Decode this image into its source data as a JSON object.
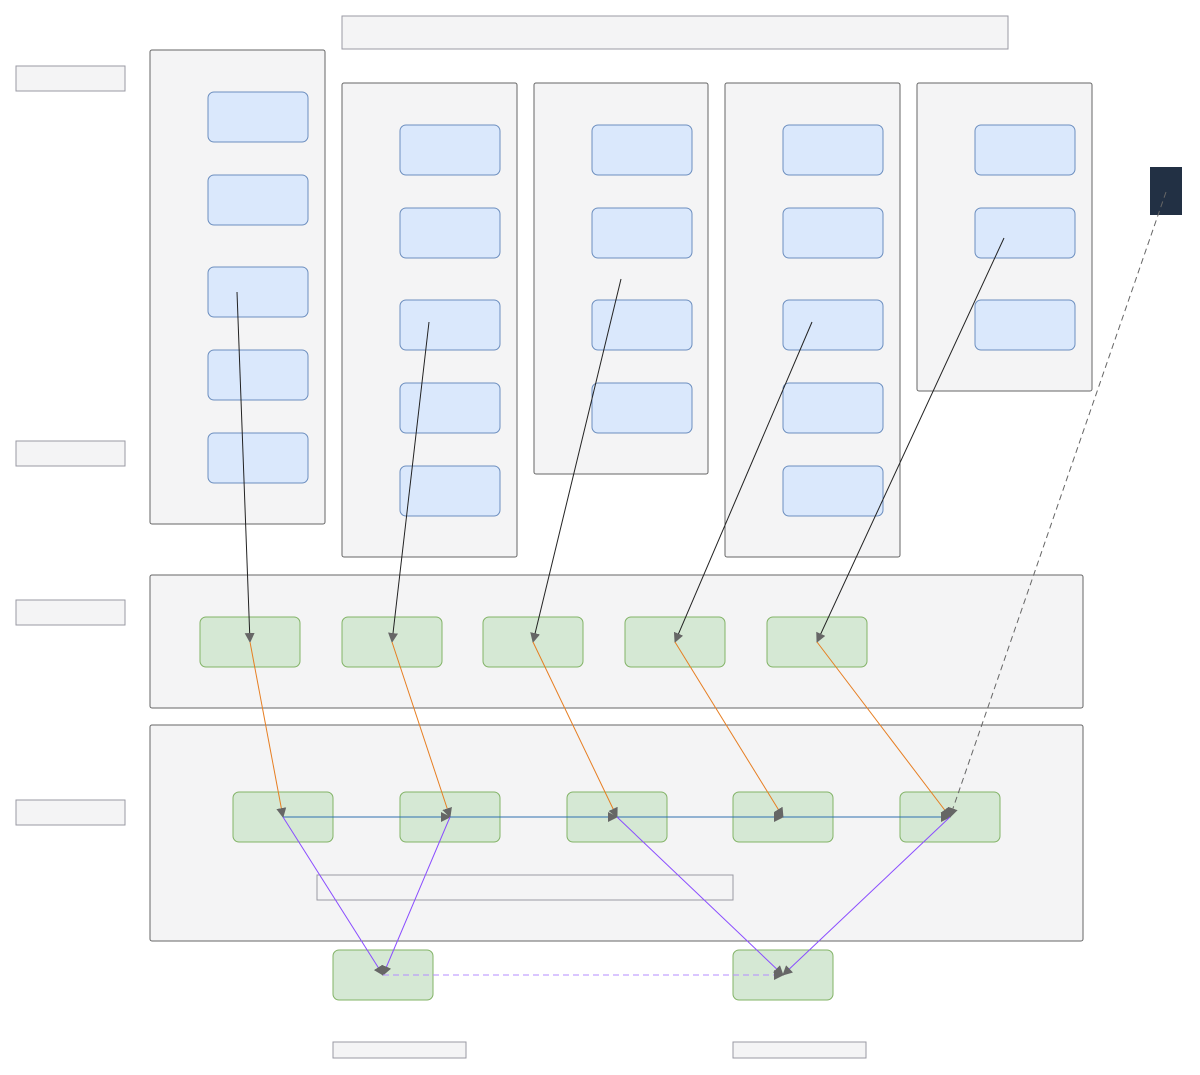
{
  "labels": {
    "left_orange": "ᅟᅟᅟᅟᅟᅟᅟᅟᅟᅟᅟᅟᅟᅟᅟᅟ",
    "left_purple": "ᅟᅟᅟᅟᅟᅟᅟᅟ",
    "bottom_purple": "ᅟᅟᅟᅟᅟᅟᅟᅟᅟᅟᅟᅟᅟᅟᅟᅟ"
  },
  "columns": {
    "col1": {
      "node3_label": "ᅟᅟᅟᅟᅟᅟᅟᅟᅟᅟᅟᅟᅟᅟᅟᅟ",
      "node3_prefix": "ᅟᅟᅟᅟ"
    },
    "col2": {
      "node1_label": "ᅟᅟᅟᅟᅟᅟᅟᅟᅟᅟᅟᅟᅟᅟᅟᅟ",
      "node3_label": "ᅟᅟᅟᅟᅟᅟᅟᅟᅟᅟᅟᅟᅟᅟᅟᅟᅟᅟᅟᅟᅟᅟᅟ",
      "node4_label": "ᅟᅟᅟᅟᅟᅟᅟᅟᅟᅟᅟᅟᅟᅟᅟᅟ"
    },
    "col3": {
      "node1_label": "ᅟᅟᅟᅟᅟᅟᅟᅟᅟᅟᅟᅟᅟᅟᅟᅟ",
      "node2_label": "ᅟᅟᅟᅟᅟᅟᅟᅟᅟᅟᅟᅟᅟᅟᅟᅟ",
      "node3_label": "ᅟᅟᅟᅟᅟᅟᅟᅟᅟᅟᅟᅟᅟᅟᅟᅟ",
      "node4_label": "ᅟᅟᅟᅟᅟᅟᅟᅟᅟᅟᅟᅟᅟᅟᅟᅟ"
    },
    "col4": {
      "node1_label": "ᅟᅟᅟᅟᅟᅟᅟᅟᅟᅟᅟᅟᅟᅟᅟᅟ",
      "node2_label": "ᅟᅟᅟᅟᅟᅟᅟᅟᅟᅟᅟᅟᅟᅟᅟᅟ",
      "node3_label": "ᅟᅟᅟᅟᅟᅟᅟᅟᅟᅟᅟᅟᅟᅟᅟᅟᅟᅟᅟᅟᅟᅟᅟᅟᅟᅟᅟᅟᅟ",
      "node5_label": "ᅟᅟᅟᅟᅟᅟᅟᅟᅟᅟᅟᅟᅟᅟᅟᅟ"
    },
    "col5": {
      "node1_label": "ᅟᅟᅟᅟᅟᅟᅟᅟᅟᅟᅟᅟᅟᅟᅟᅟ",
      "node2_label": "ᅟᅟᅟᅟᅟᅟᅟᅟᅟᅟᅟᅟᅟᅟᅟᅟᅟ",
      "node2_prefix": "ᅟᅟᅟᅟ"
    }
  },
  "external_node_label": "ᅟᅟᅟᅟᅟᅟᅟᅟᅟᅟᅟᅟᅟᅟᅟᅟᅟᅟᅟᅟ",
  "middle_row": {
    "node1_label": "ᅟᅟᅟᅟᅟᅟᅟᅟᅟᅟᅟᅟᅟᅟᅟᅟᅟᅟᅟᅟᅟᅟ",
    "wide_label": "ᅟᅟᅟᅟᅟᅟᅟᅟᅟᅟᅟᅟᅟᅟᅟᅟᅟᅟᅟᅟᅟᅟᅟᅟᅟᅟᅟᅟᅟᅟᅟᅟᅟᅟᅟᅟᅟᅟᅟᅟᅟᅟᅟᅟᅟᅟᅟᅟᅟᅟᅟᅟᅟᅟᅟᅟᅟ"
  },
  "lower_row": {
    "node2_label": "ᅟᅟᅟᅟᅟᅟᅟᅟᅟᅟᅟᅟ",
    "node3_label": "ᅟᅟᅟᅟᅟᅟᅟᅟᅟᅟᅟᅟ",
    "node3_sub": "ᅟᅟᅟᅟᅟᅟᅟᅟᅟᅟᅟᅟᅟᅟᅟᅟᅟᅟᅟᅟᅟᅟᅟᅟ",
    "node4_label": "ᅟᅟᅟᅟᅟᅟᅟᅟᅟᅟᅟᅟ"
  },
  "bottom_row": {
    "node1_label": "ᅟᅟᅟᅟᅟᅟᅟᅟᅟᅟᅟᅟᅟᅟᅟᅟᅟᅟᅟᅟᅟᅟᅟᅟᅟᅟᅟᅟᅟᅟ",
    "node2_label": "ᅟᅟᅟᅟᅟᅟᅟᅟᅟᅟᅟᅟᅟᅟᅟᅟᅟᅟᅟᅟᅟᅟᅟᅟᅟᅟᅟᅟᅟᅟ"
  },
  "colors": {
    "blue_fill": "#dae8fc",
    "blue_stroke": "#6c8ebf",
    "green_fill": "#d5e8d4",
    "green_stroke": "#82b366",
    "group_fill": "#f4f4f5",
    "edge_black": "#222222",
    "edge_orange": "#e67e22",
    "edge_blue": "#2f6fb0",
    "edge_purple": "#8a4dff",
    "edge_gray_dashed": "#666666",
    "external_node": "#223044"
  }
}
